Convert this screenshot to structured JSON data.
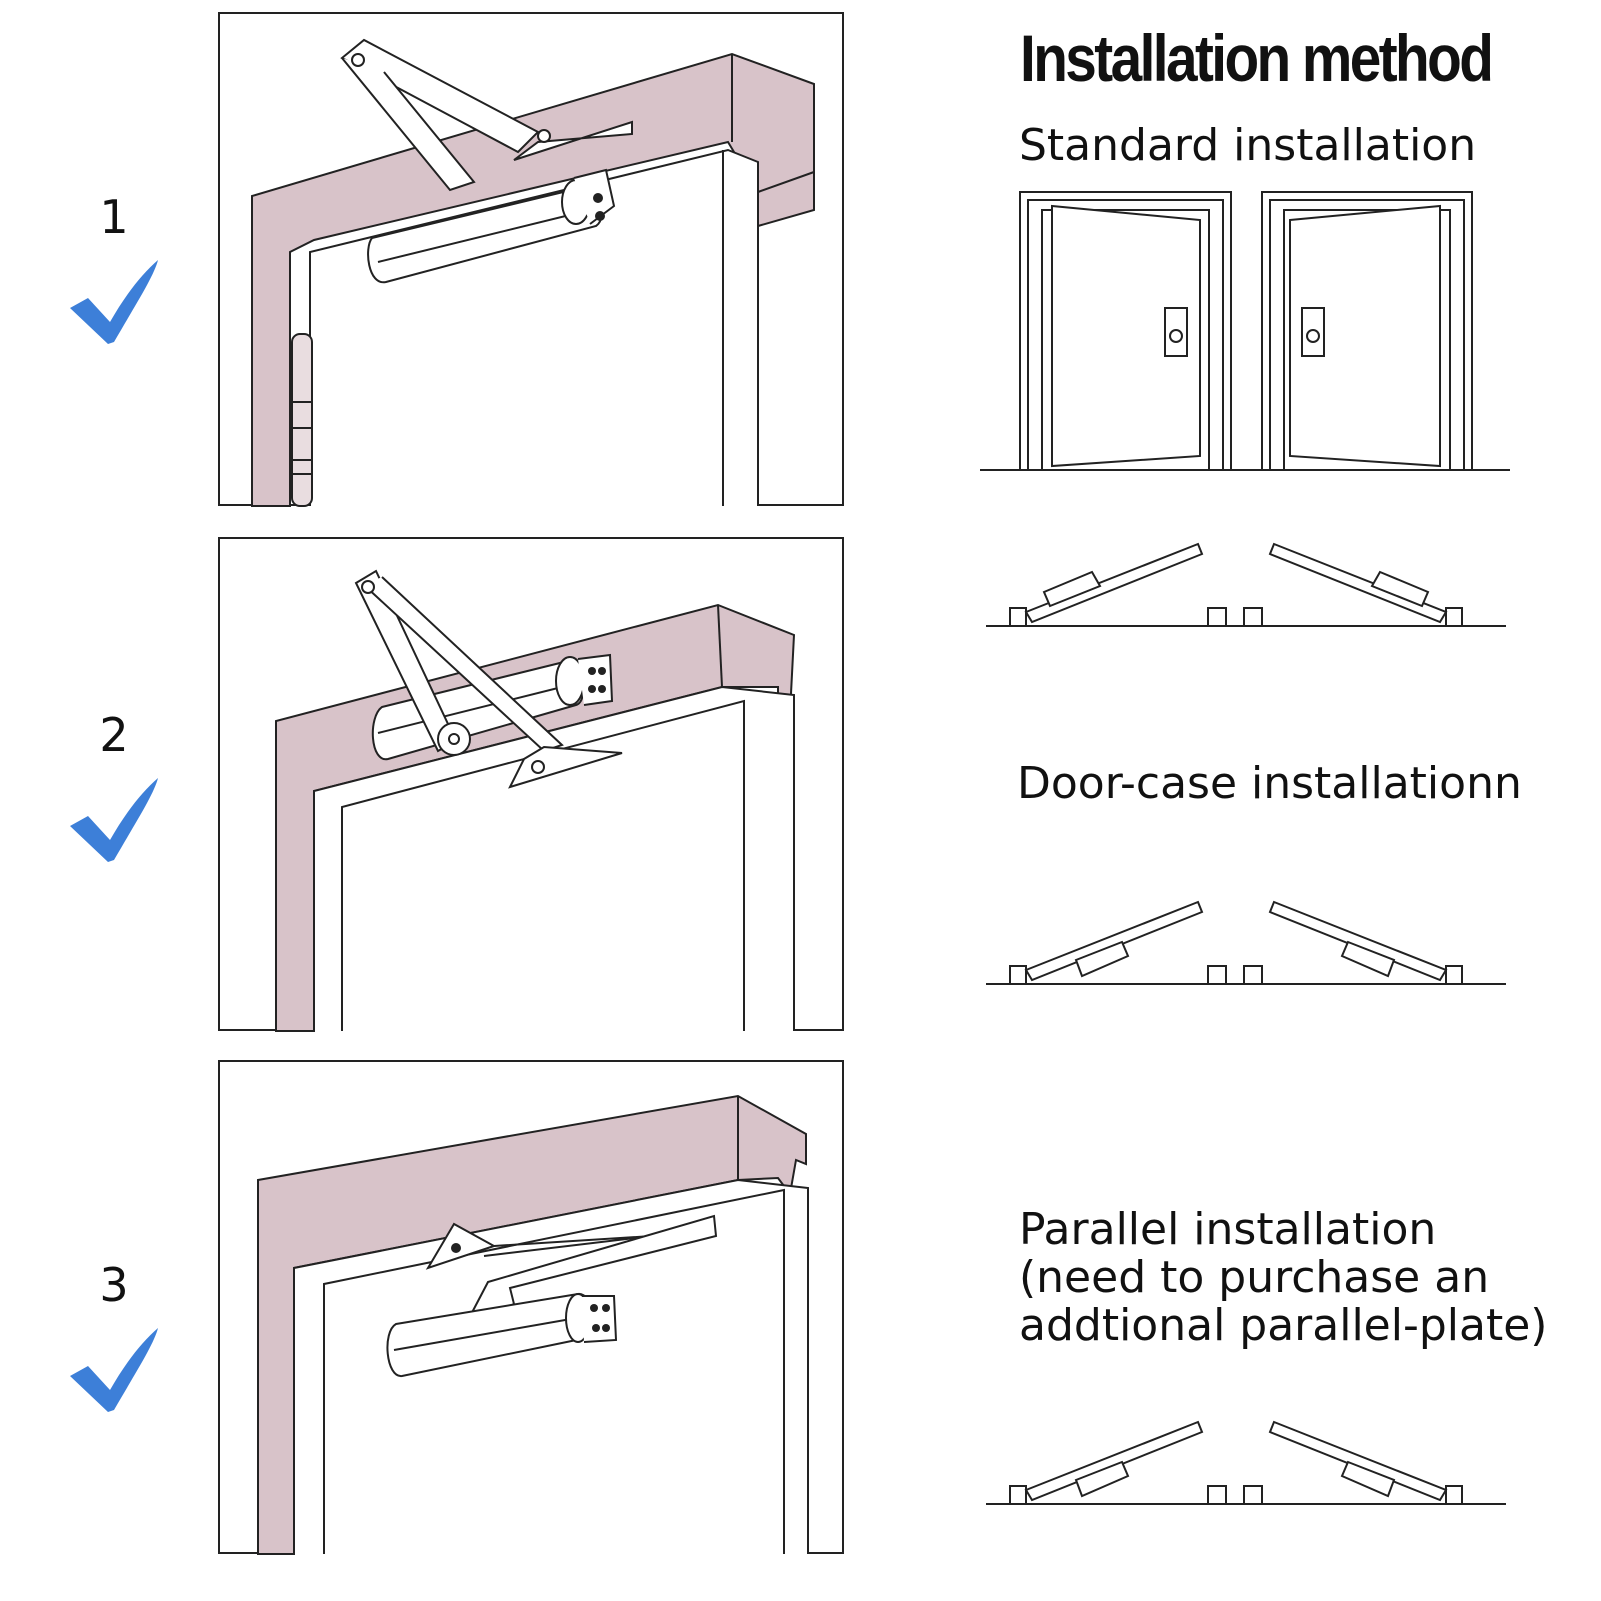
{
  "title": "Installation method",
  "steps": [
    {
      "number": "1",
      "checked": true
    },
    {
      "number": "2",
      "checked": true
    },
    {
      "number": "3",
      "checked": true
    }
  ],
  "methods": [
    {
      "label": "Standard installation"
    },
    {
      "label": "Door-case installationn"
    },
    {
      "label_lines": [
        "Parallel installation",
        "(need to purchase an",
        "addtional parallel-plate)"
      ]
    }
  ],
  "colors": {
    "frame": "#d8c3c9",
    "check": "#3d7fd8",
    "line": "#222222"
  },
  "icons": [
    "checkmark-icon"
  ]
}
